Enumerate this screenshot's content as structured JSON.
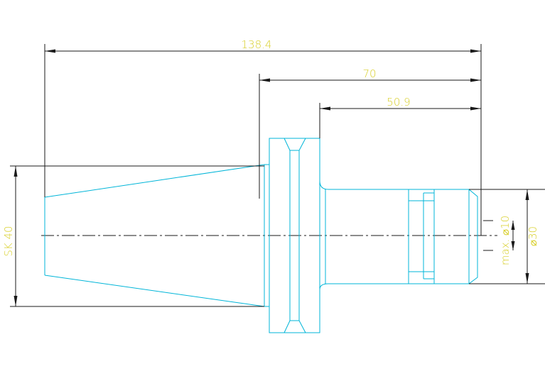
{
  "drawing": {
    "dimensions": {
      "overall_length": "138.4",
      "length_70": "70",
      "length_50_9": "50.9",
      "taper": "SK 40",
      "max_bore": "max. ⌀10",
      "diameter_30": "⌀30"
    },
    "colors": {
      "part_outline": "#00b5d8",
      "dimension_line": "#1a1a1a",
      "dimension_text": "#d8cf2a",
      "background": "#ffffff"
    }
  }
}
